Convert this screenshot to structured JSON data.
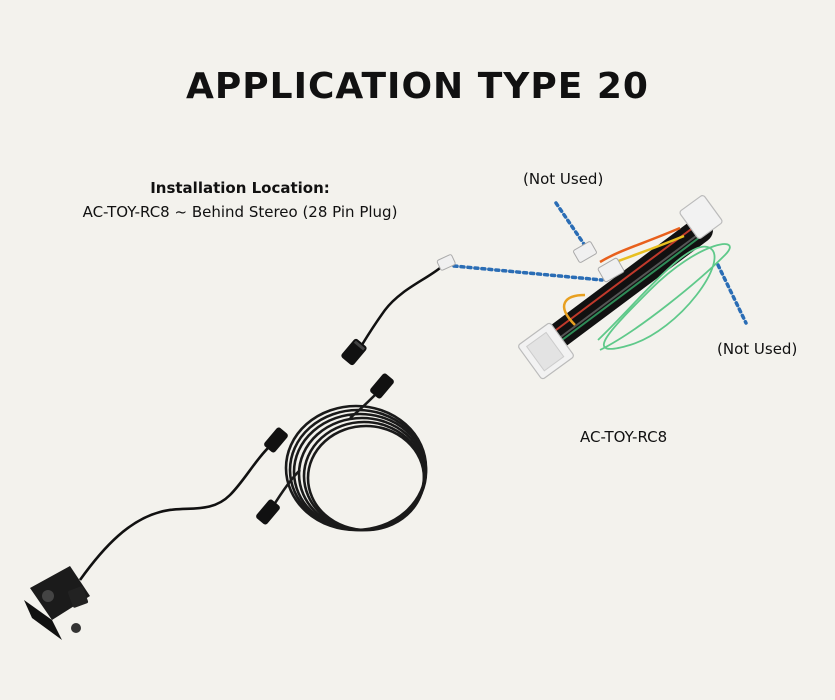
{
  "title": "APPLICATION TYPE 20",
  "installation": {
    "heading": "Installation Location:",
    "detail": "AC-TOY-RC8 ~ Behind Stereo (28 Pin Plug)"
  },
  "callouts": {
    "not_used_top": "(Not Used)",
    "not_used_right": "(Not Used)"
  },
  "part_label": "AC-TOY-RC8",
  "colors": {
    "background": "#f3f2ed",
    "callout_dots": "#2a6db5",
    "cable": "#111111",
    "green_wire": "#5fc98a",
    "connector": "#f2f2f2"
  }
}
